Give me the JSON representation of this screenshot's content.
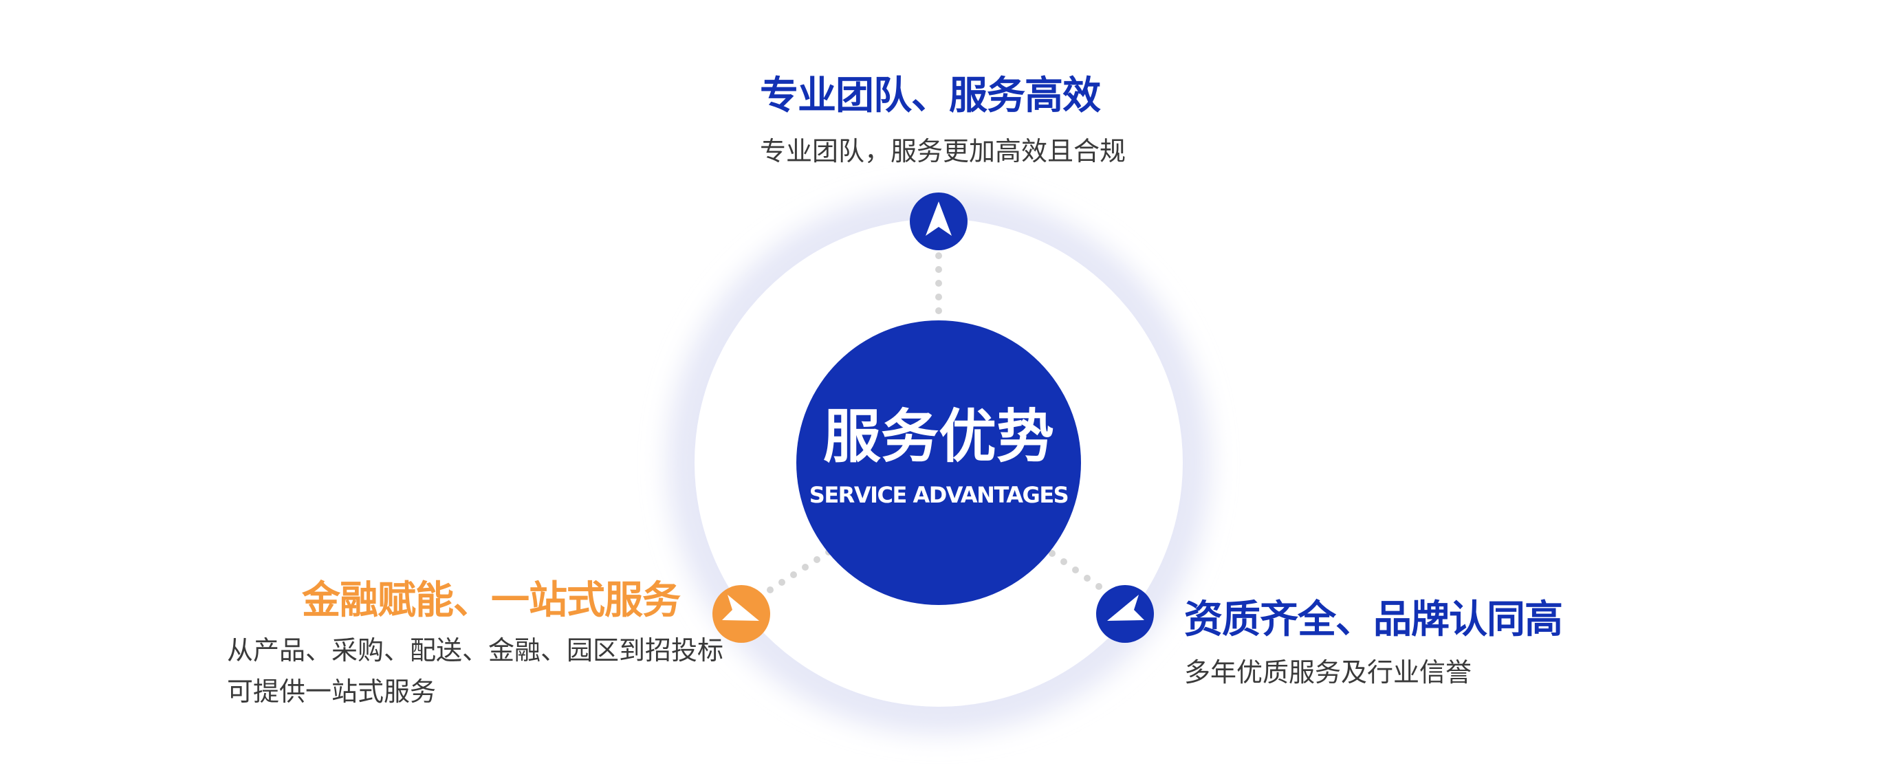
{
  "center": {
    "title": "服务优势",
    "subtitle": "SERVICE ADVANTAGES"
  },
  "features": [
    {
      "title": "专业团队、服务高效",
      "desc_lines": [
        "专业团队，服务更加高效且合规"
      ],
      "icon": "navigation-arrow-icon",
      "color": "#1231b4"
    },
    {
      "title": "金融赋能、一站式服务",
      "desc_lines": [
        "从产品、采购、配送、金融、园区到招投标",
        "可提供一站式服务"
      ],
      "icon": "navigation-arrow-icon",
      "color": "#f5993c"
    },
    {
      "title": "资质齐全、品牌认同高",
      "desc_lines": [
        "多年优质服务及行业信誉"
      ],
      "icon": "navigation-arrow-icon",
      "color": "#1231b4"
    }
  ],
  "colors": {
    "primary": "#1231b4",
    "accent": "#f5993c",
    "connector": "#d9d9d9",
    "ring_glow": "#e8eaf8"
  }
}
